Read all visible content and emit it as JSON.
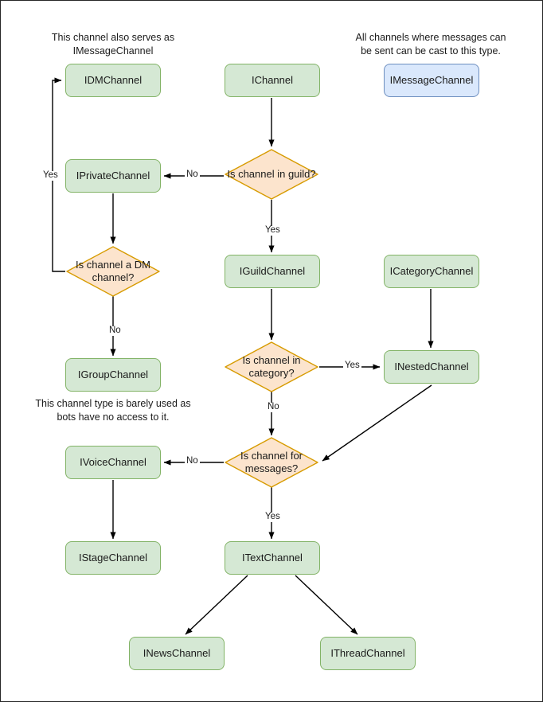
{
  "diagram": {
    "title": "Discord channel interface decision flowchart",
    "colors": {
      "green_fill": "#d5e8d4",
      "green_stroke": "#82b366",
      "blue_fill": "#dae8fc",
      "blue_stroke": "#6c8ebf",
      "orange_fill": "#fce4cd",
      "orange_stroke": "#d79b00",
      "edge_stroke": "#000000",
      "frame_border": "#262626"
    },
    "notes": [
      {
        "id": "note-idmchannel",
        "text": "This channel also serves as IMessageChannel"
      },
      {
        "id": "note-imessagechannel",
        "text": "All channels where messages can be sent can be cast to this type."
      },
      {
        "id": "note-igroupchannel",
        "text": "This channel type is barely used as bots have no access to it."
      }
    ],
    "nodes": [
      {
        "id": "idmchannel",
        "label": "IDMChannel",
        "shape": "rect",
        "style": "green"
      },
      {
        "id": "ichannel",
        "label": "IChannel",
        "shape": "rect",
        "style": "green"
      },
      {
        "id": "imessagechannel",
        "label": "IMessageChannel",
        "shape": "rect",
        "style": "blue"
      },
      {
        "id": "iprivatechannel",
        "label": "IPrivateChannel",
        "shape": "rect",
        "style": "green"
      },
      {
        "id": "igroupchannel",
        "label": "IGroupChannel",
        "shape": "rect",
        "style": "green"
      },
      {
        "id": "iguildchannel",
        "label": "IGuildChannel",
        "shape": "rect",
        "style": "green"
      },
      {
        "id": "icategorychannel",
        "label": "ICategoryChannel",
        "shape": "rect",
        "style": "green"
      },
      {
        "id": "inestedchannel",
        "label": "INestedChannel",
        "shape": "rect",
        "style": "green"
      },
      {
        "id": "ivoicechannel",
        "label": "IVoiceChannel",
        "shape": "rect",
        "style": "green"
      },
      {
        "id": "istagechannel",
        "label": "IStageChannel",
        "shape": "rect",
        "style": "green"
      },
      {
        "id": "itextchannel",
        "label": "ITextChannel",
        "shape": "rect",
        "style": "green"
      },
      {
        "id": "inewschannel",
        "label": "INewsChannel",
        "shape": "rect",
        "style": "green"
      },
      {
        "id": "ithreadchannel",
        "label": "IThreadChannel",
        "shape": "rect",
        "style": "green"
      },
      {
        "id": "q-in-guild",
        "label": "Is channel in guild?",
        "shape": "diamond",
        "style": "orange"
      },
      {
        "id": "q-dm-channel",
        "label": "Is channel a DM channel?",
        "shape": "diamond",
        "style": "orange"
      },
      {
        "id": "q-in-category",
        "label": "Is channel in category?",
        "shape": "diamond",
        "style": "orange"
      },
      {
        "id": "q-for-messages",
        "label": "Is channel for messages?",
        "shape": "diamond",
        "style": "orange"
      }
    ],
    "edges": [
      {
        "id": "e-ichannel-guild",
        "from": "ichannel",
        "to": "q-in-guild",
        "label": ""
      },
      {
        "id": "e-guild-no",
        "from": "q-in-guild",
        "to": "iprivatechannel",
        "label": "No"
      },
      {
        "id": "e-guild-yes",
        "from": "q-in-guild",
        "to": "iguildchannel",
        "label": "Yes"
      },
      {
        "id": "e-private-dm",
        "from": "iprivatechannel",
        "to": "q-dm-channel",
        "label": ""
      },
      {
        "id": "e-dm-yes",
        "from": "q-dm-channel",
        "to": "idmchannel",
        "label": "Yes"
      },
      {
        "id": "e-dm-no",
        "from": "q-dm-channel",
        "to": "igroupchannel",
        "label": "No"
      },
      {
        "id": "e-guildchannel-category",
        "from": "iguildchannel",
        "to": "q-in-category",
        "label": ""
      },
      {
        "id": "e-category-yes",
        "from": "q-in-category",
        "to": "inestedchannel",
        "label": "Yes"
      },
      {
        "id": "e-category-no",
        "from": "q-in-category",
        "to": "q-for-messages",
        "label": "No"
      },
      {
        "id": "e-icategory-inested",
        "from": "icategorychannel",
        "to": "inestedchannel",
        "label": ""
      },
      {
        "id": "e-inested-messages",
        "from": "inestedchannel",
        "to": "q-for-messages",
        "label": ""
      },
      {
        "id": "e-messages-no",
        "from": "q-for-messages",
        "to": "ivoicechannel",
        "label": "No"
      },
      {
        "id": "e-messages-yes",
        "from": "q-for-messages",
        "to": "itextchannel",
        "label": "Yes"
      },
      {
        "id": "e-voice-stage",
        "from": "ivoicechannel",
        "to": "istagechannel",
        "label": ""
      },
      {
        "id": "e-text-news",
        "from": "itextchannel",
        "to": "inewschannel",
        "label": ""
      },
      {
        "id": "e-text-thread",
        "from": "itextchannel",
        "to": "ithreadchannel",
        "label": ""
      }
    ],
    "edge_labels": {
      "guild_no": "No",
      "guild_yes": "Yes",
      "dm_yes": "Yes",
      "dm_no": "No",
      "category_yes": "Yes",
      "category_no": "No",
      "messages_no": "No",
      "messages_yes": "Yes"
    }
  }
}
